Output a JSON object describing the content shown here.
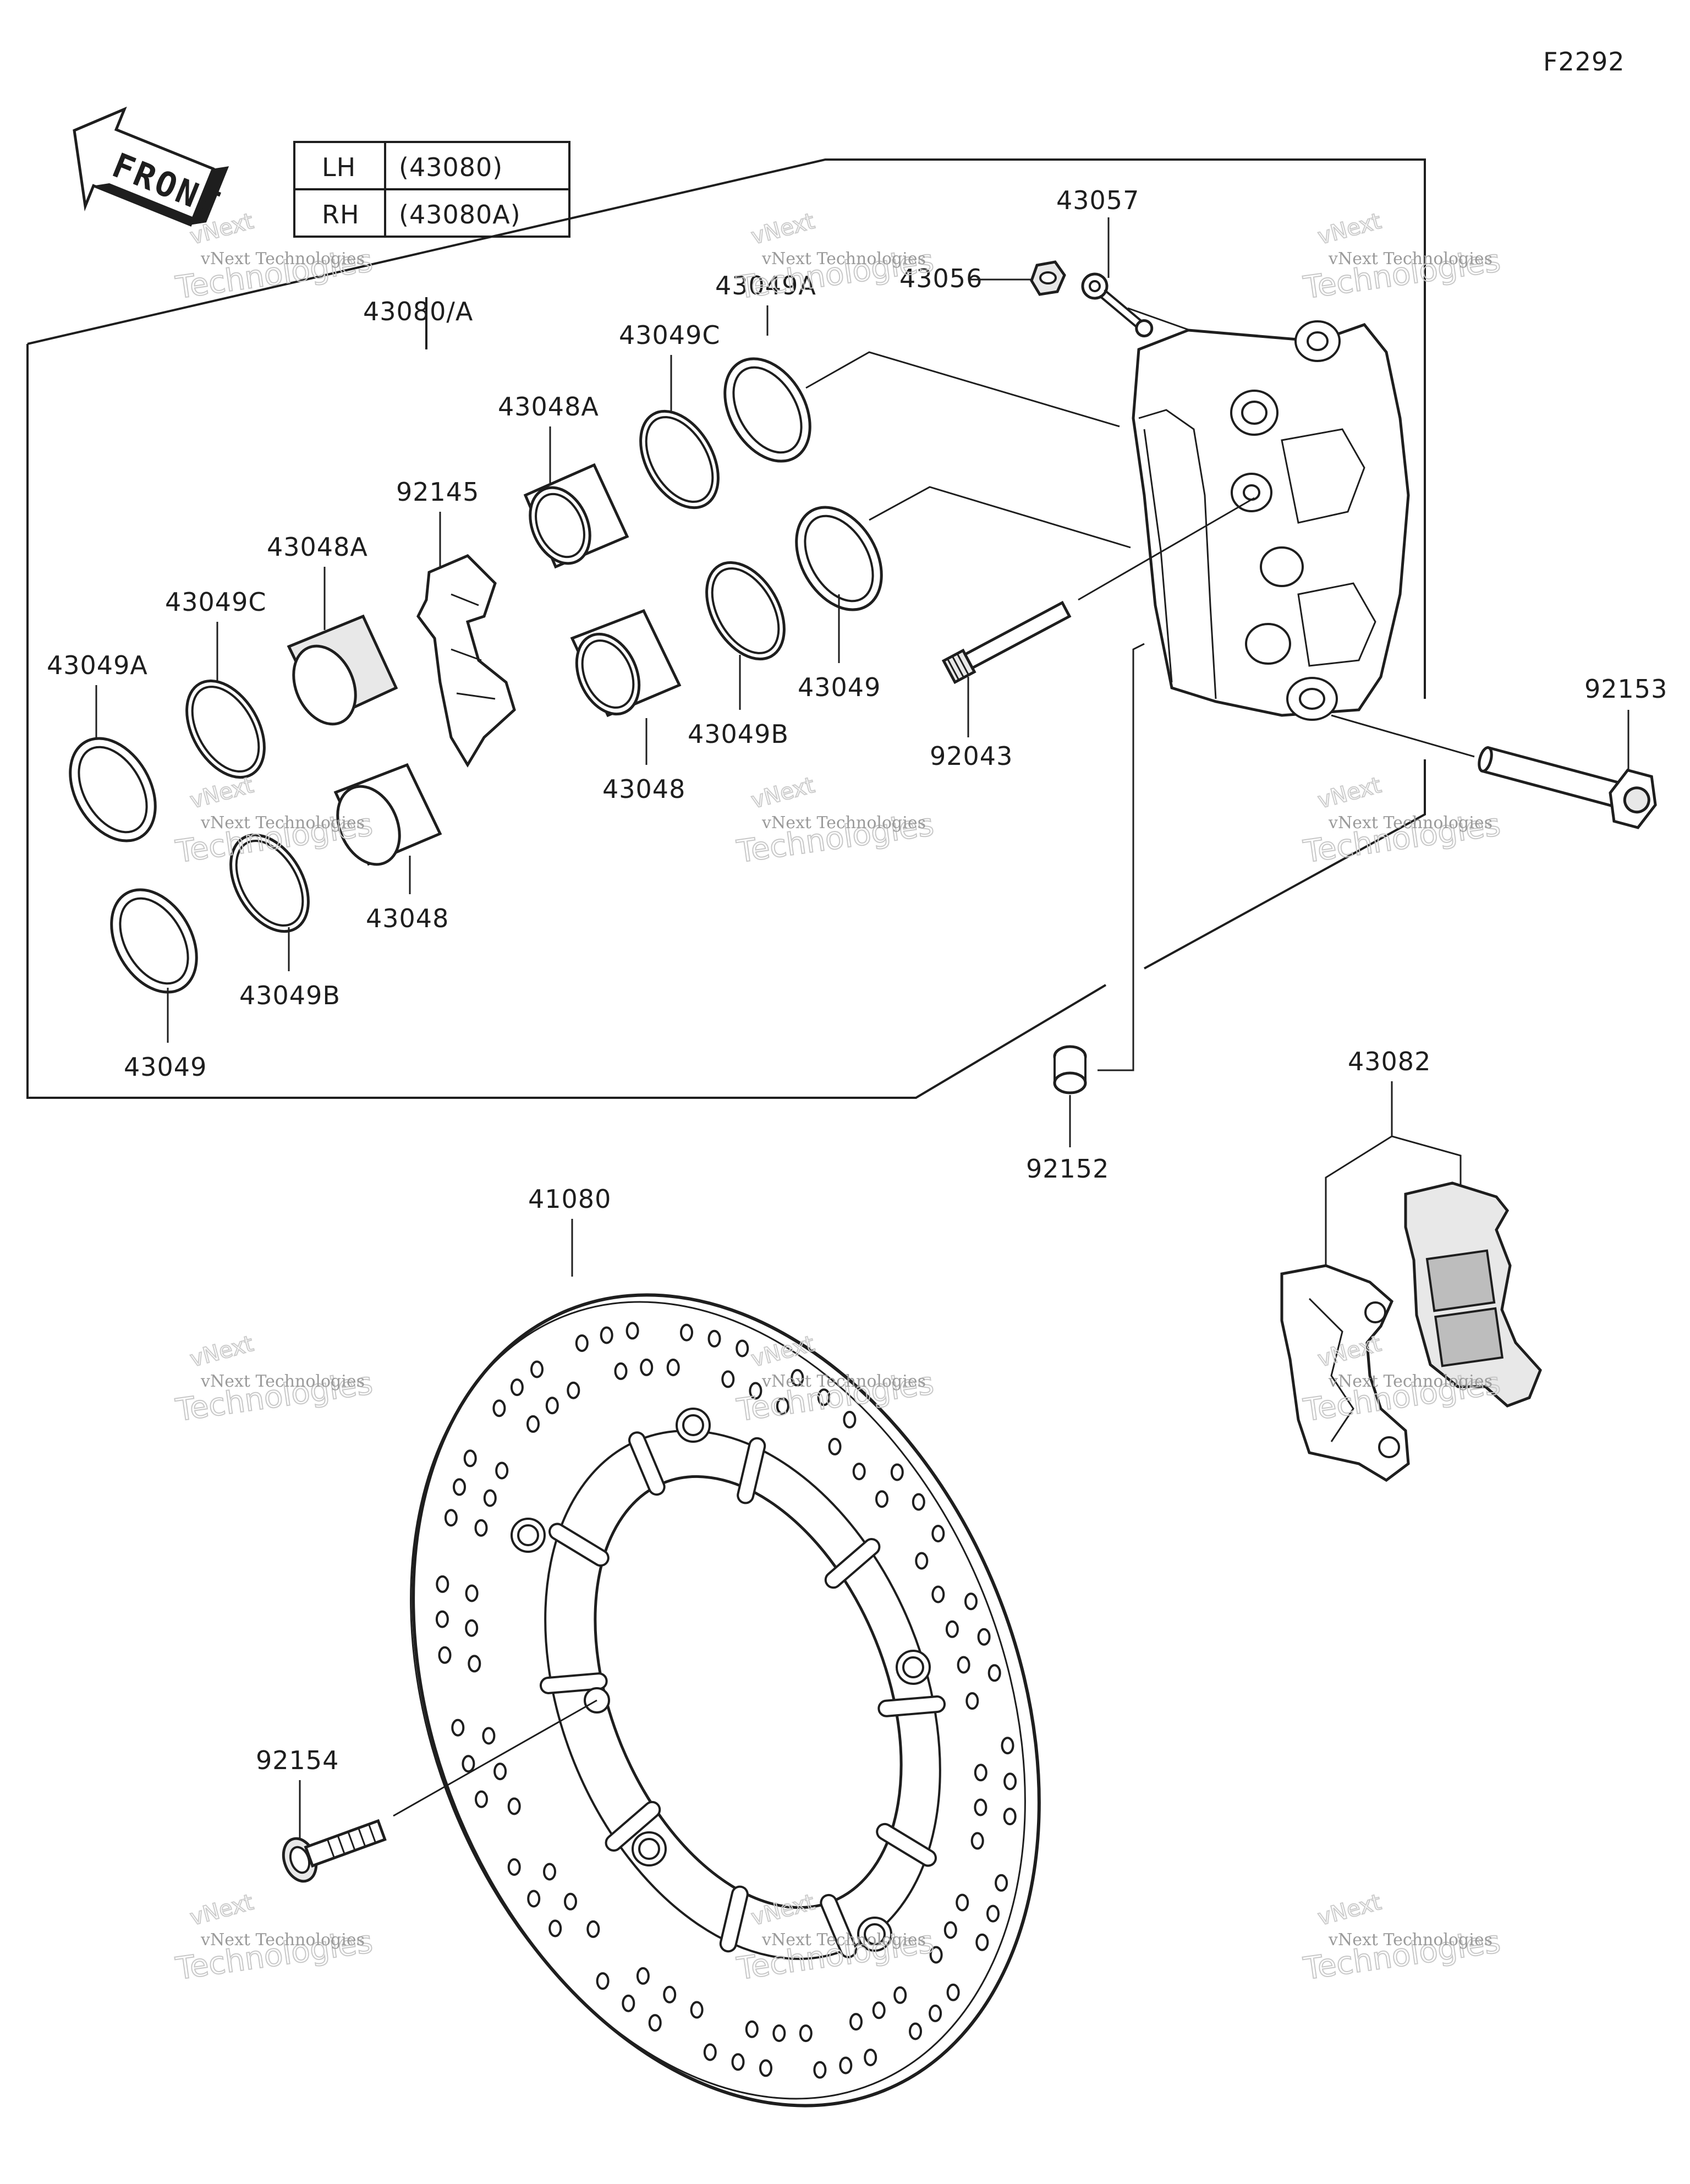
{
  "diagram_code": "F2292",
  "front_label": "FRONT",
  "side_table": [
    {
      "side": "LH",
      "part": "(43080)"
    },
    {
      "side": "RH",
      "part": "(43080A)"
    }
  ],
  "assembly_label": "43080/A",
  "callouts": {
    "p43057": "43057",
    "p43056": "43056",
    "p43049A_top": "43049A",
    "p43049C_top": "43049C",
    "p43048A_top": "43048A",
    "p92145": "92145",
    "p43048A_left": "43048A",
    "p43049C_left": "43049C",
    "p43049A_left": "43049A",
    "p43049_right": "43049",
    "p92043": "92043",
    "p43049B_mid": "43049B",
    "p43048_mid": "43048",
    "p92153": "92153",
    "p43048_left": "43048",
    "p43049B_left": "43049B",
    "p43049_left": "43049",
    "p92152": "92152",
    "p43082": "43082",
    "p41080": "41080",
    "p92154": "92154"
  },
  "watermark": {
    "line1": "vNext Technologies",
    "line2": "Technologies",
    "line3": "vNext"
  }
}
